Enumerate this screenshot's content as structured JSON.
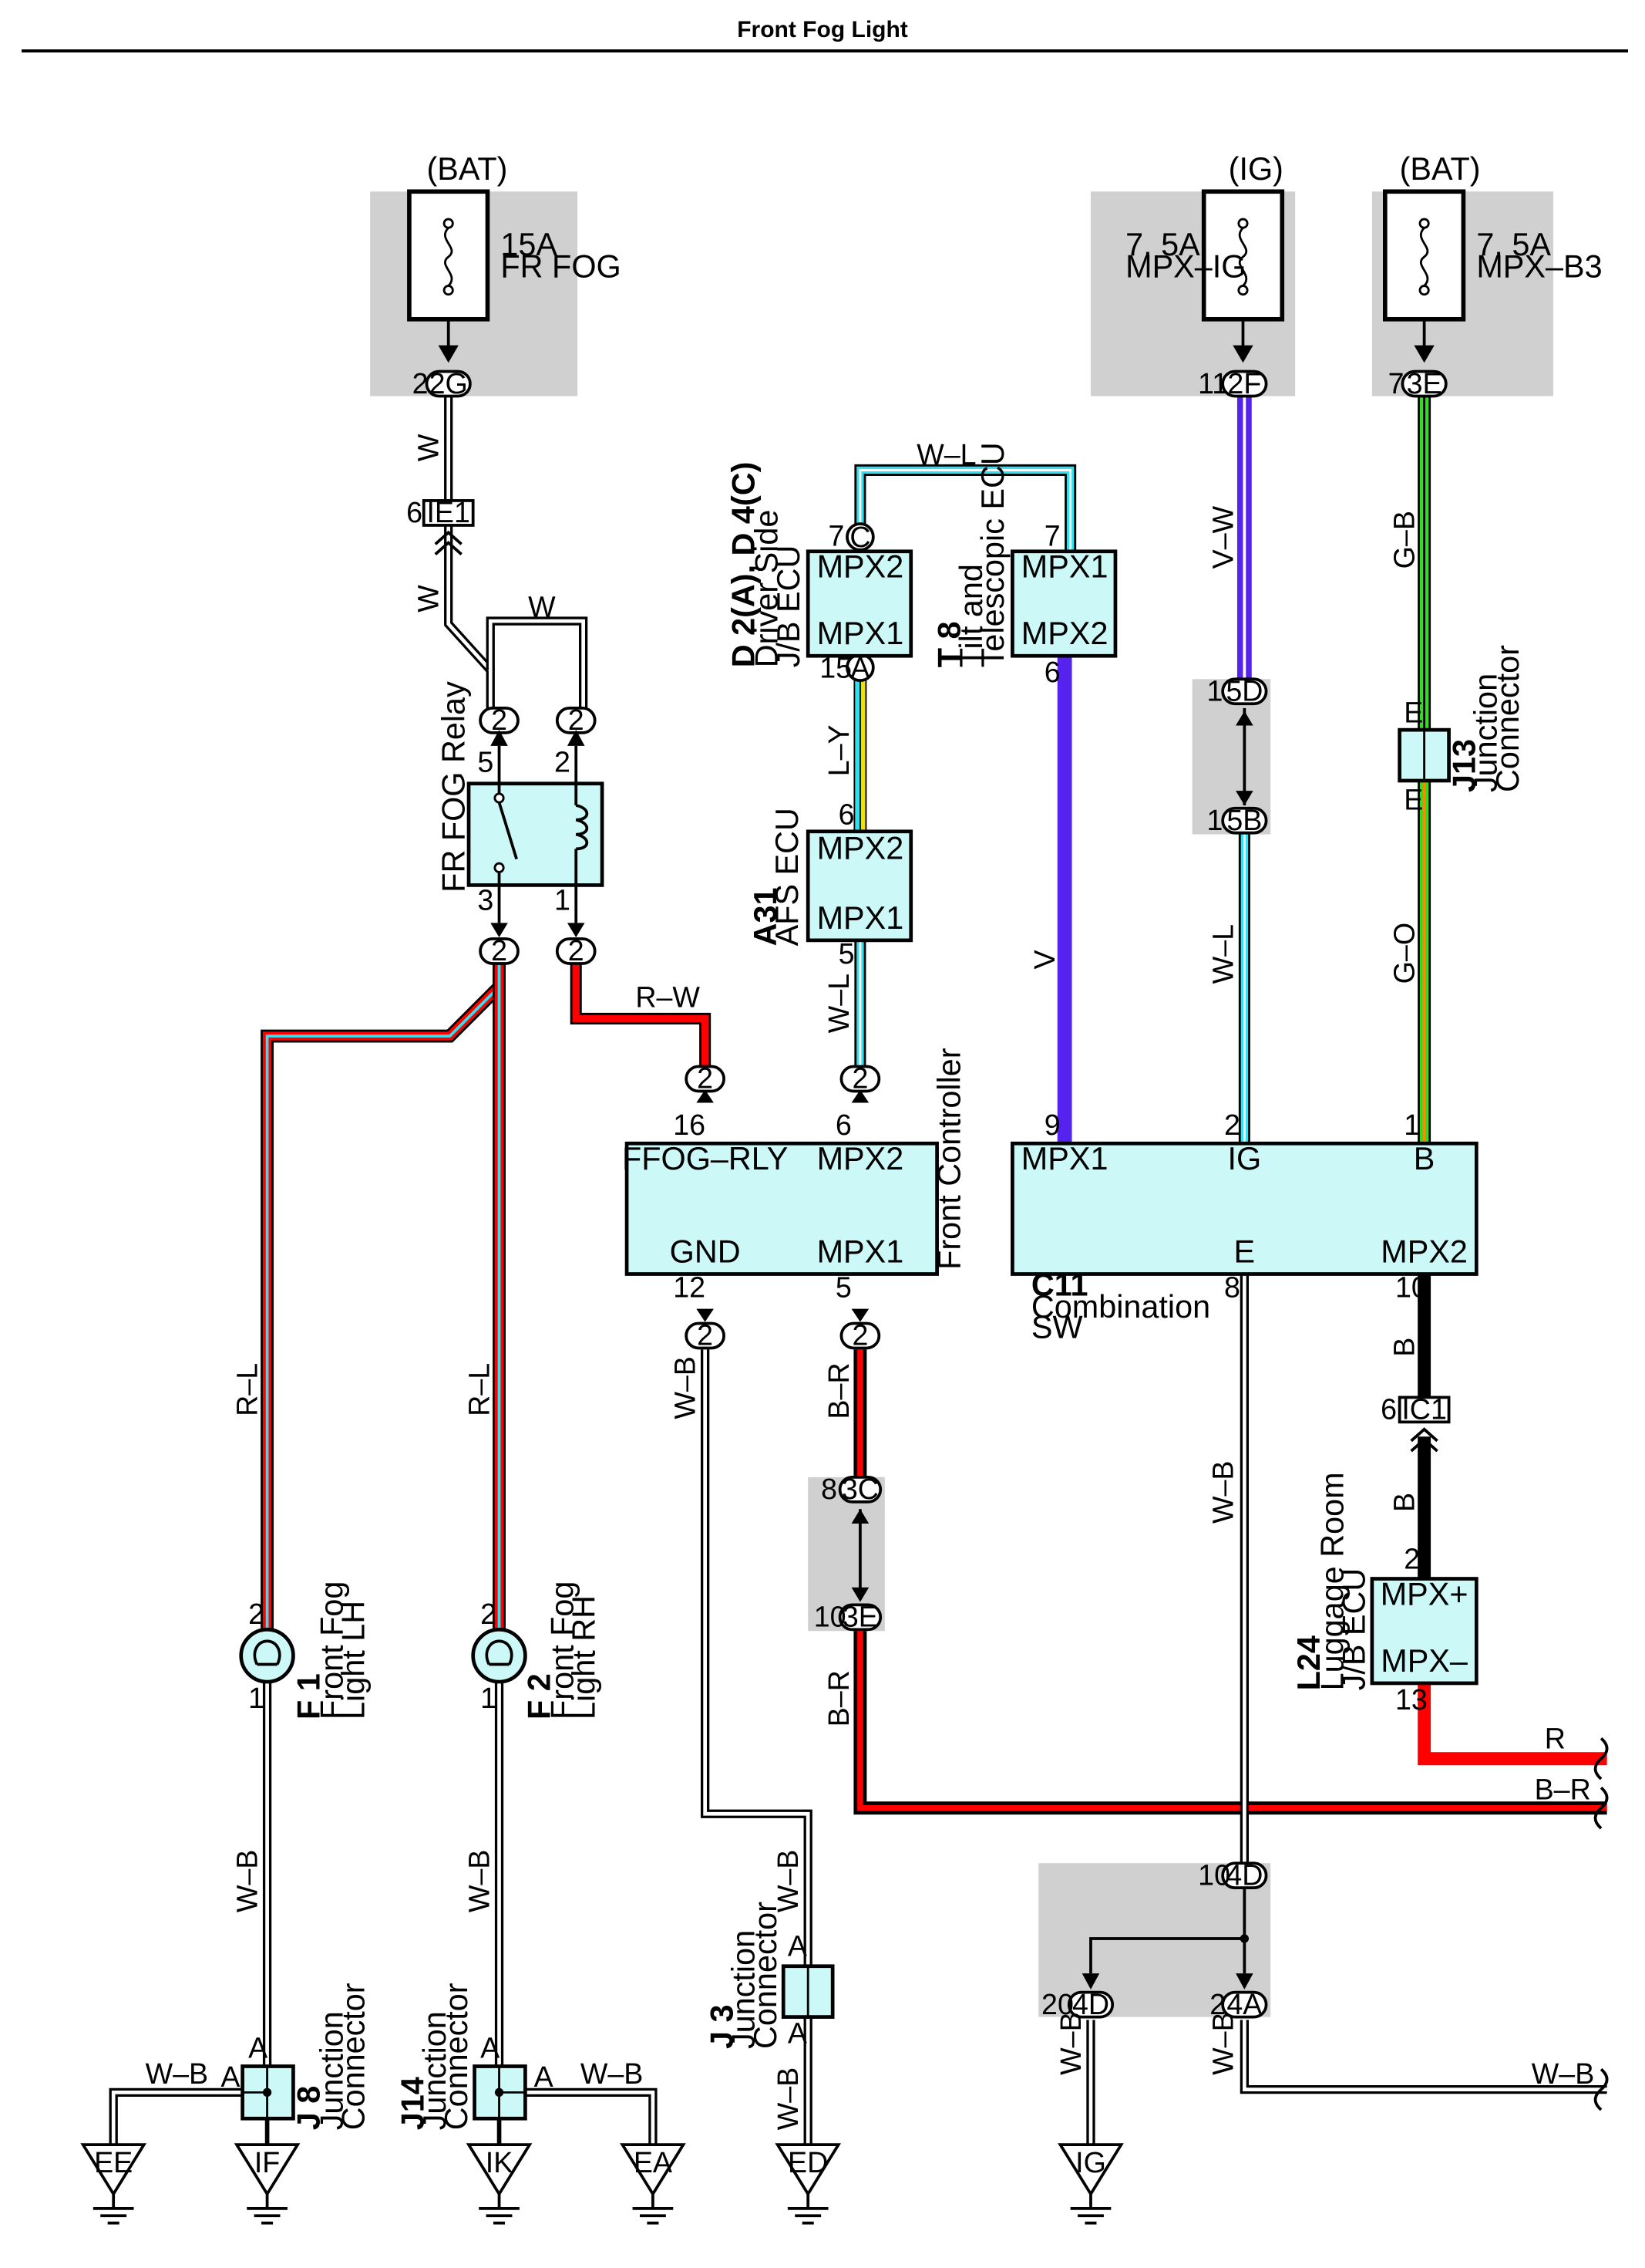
{
  "title": "Front Fog Light",
  "colors": {
    "shade": "#d0d0d0",
    "box": "#ccf8f8",
    "red": "#ff0000",
    "cyan": "#33e0f0",
    "yellow": "#f0e000",
    "violet": "#5522ee",
    "green": "#33dd22",
    "orange": "#ff8800",
    "black": "#000000",
    "white_wire": "#ffffff"
  },
  "sources": [
    {
      "label": "(BAT)",
      "rating": "15A",
      "name": "FR FOG",
      "pin": "2",
      "conn": "2G"
    },
    {
      "label": "(IG)",
      "rating": "7. 5A",
      "name": "MPX–IG",
      "pin": "11",
      "conn": "2F"
    },
    {
      "label": "(BAT)",
      "rating": "7. 5A",
      "name": "MPX–B3",
      "pin": "7",
      "conn": "3E"
    }
  ],
  "ie1": {
    "pin": "6",
    "name": "IE1"
  },
  "ic1": {
    "pin": "6",
    "name": "IC1"
  },
  "relay": {
    "name": "FR FOG Relay",
    "pins": [
      "5",
      "2",
      "3",
      "1"
    ],
    "conns": [
      "2",
      "2",
      "2",
      "2"
    ]
  },
  "driver_ecu": {
    "code": "D 2(A), D 4(C)",
    "name1": "Driver Side",
    "name2": "J/B ECU",
    "top": "MPX2",
    "bottom": "MPX1",
    "pin_top": "7",
    "conn_top": "C",
    "pin_bottom": "15",
    "conn_bottom": "A"
  },
  "tilt_ecu": {
    "code": "T 8",
    "name1": "Tilt and",
    "name2": "Telescopic ECU",
    "top": "MPX1",
    "bottom": "MPX2",
    "pin_top": "7",
    "pin_bottom": "6"
  },
  "afs_ecu": {
    "code": "A31",
    "name": "AFS ECU",
    "top": "MPX2",
    "bottom": "MPX1",
    "pin_top": "6",
    "pin_bottom": "5"
  },
  "front_controller": {
    "name": "Front Controller",
    "tl": "FFOG–RLY",
    "tr": "MPX2",
    "bl": "GND",
    "br": "MPX1",
    "pins": [
      "16",
      "6",
      "12",
      "5"
    ],
    "conns": [
      "2",
      "2",
      "2",
      "2"
    ]
  },
  "combo_sw": {
    "code": "C11",
    "name1": "Combination",
    "name2": "SW",
    "t1": "MPX1",
    "t2": "IG",
    "t3": "B",
    "b1": "E",
    "b2": "MPX2",
    "pins": [
      "9",
      "2",
      "1",
      "8",
      "10"
    ]
  },
  "luggage_ecu": {
    "code": "L24",
    "name1": "Luggage Room",
    "name2": "J/B ECU",
    "top": "MPX+",
    "bottom": "MPX–",
    "pin_top": "2",
    "pin_bottom": "13"
  },
  "fog_lh": {
    "code": "F 1",
    "name1": "Front Fog",
    "name2": "Light LH",
    "pins": [
      "2",
      "1"
    ]
  },
  "fog_rh": {
    "code": "F 2",
    "name1": "Front Fog",
    "name2": "Light RH",
    "pins": [
      "2",
      "1"
    ]
  },
  "j13": {
    "code": "J13",
    "name1": "Junction",
    "name2": "Connector",
    "pins": [
      "E",
      "E"
    ]
  },
  "j3": {
    "code": "J 3",
    "name1": "Junction",
    "name2": "Connector",
    "pins": [
      "A",
      "A"
    ]
  },
  "j8": {
    "code": "J 8",
    "name1": "Junction",
    "name2": "Connector",
    "pins": [
      "A",
      "A"
    ]
  },
  "j14": {
    "code": "J14",
    "name1": "Junction",
    "name2": "Connector",
    "pins": [
      "A",
      "A"
    ]
  },
  "inline": {
    "c5d": {
      "pin": "1",
      "conn": "5D"
    },
    "c5b": {
      "pin": "1",
      "conn": "5B"
    },
    "c3c": {
      "pin": "8",
      "conn": "3C"
    },
    "c3e": {
      "pin": "10",
      "conn": "3E"
    },
    "c4d_top": {
      "pin": "10",
      "conn": "4D"
    },
    "c4d_bottom": {
      "pin": "20",
      "conn": "4D"
    },
    "c4a": {
      "pin": "2",
      "conn": "4A"
    }
  },
  "wires": {
    "w": "W",
    "wl": "W–L",
    "ly": "L–Y",
    "vw": "V–W",
    "gb": "G–B",
    "go": "G–O",
    "v": "V",
    "rw": "R–W",
    "rl": "R–L",
    "br": "B–R",
    "wb": "W–B",
    "b": "B",
    "r": "R"
  },
  "grounds": [
    "EE",
    "IF",
    "IK",
    "EA",
    "ED",
    "IG"
  ]
}
